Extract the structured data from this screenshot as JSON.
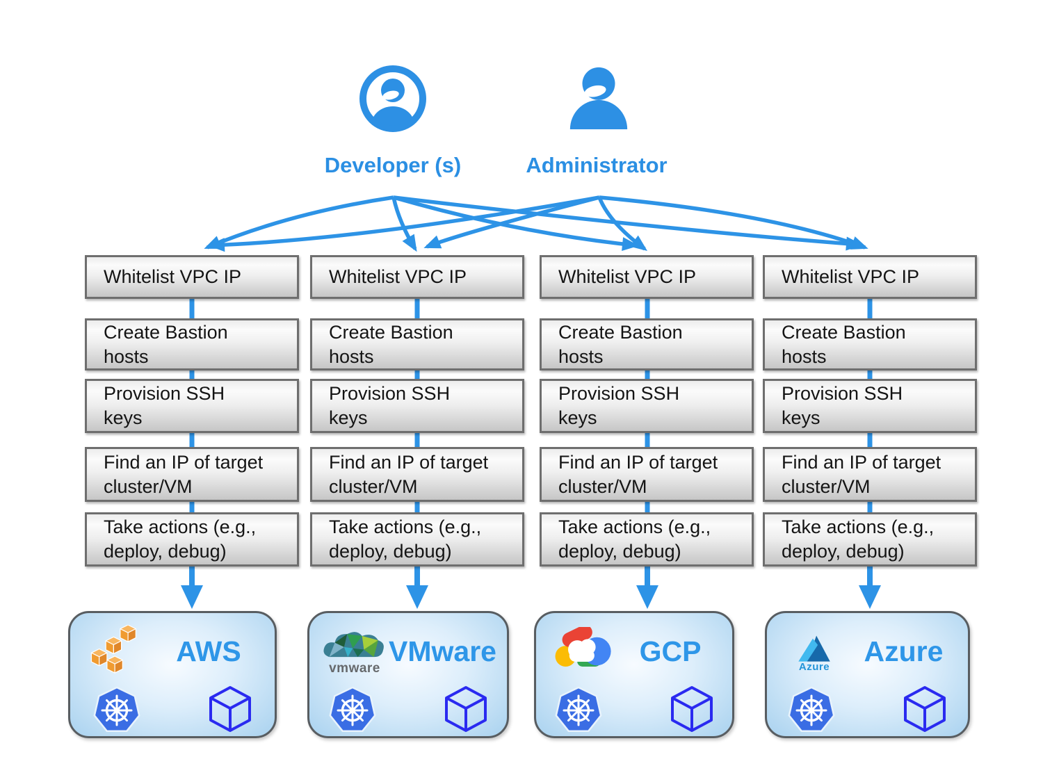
{
  "actors": [
    {
      "label": "Developer (s)"
    },
    {
      "label": "Administrator"
    }
  ],
  "columns": [
    {
      "platform": "AWS",
      "steps": [
        "Whitelist VPC IP",
        "Create Bastion\nhosts",
        "Provision SSH\nkeys",
        "Find an IP of target\ncluster/VM",
        "Take actions (e.g.,\ndeploy, debug)"
      ]
    },
    {
      "platform": "VMware",
      "steps": [
        "Whitelist VPC IP",
        "Create Bastion\nhosts",
        "Provision SSH\nkeys",
        "Find an IP of target\ncluster/VM",
        "Take actions (e.g.,\ndeploy, debug)"
      ]
    },
    {
      "platform": "GCP",
      "steps": [
        "Whitelist VPC IP",
        "Create Bastion\nhosts",
        "Provision SSH\nkeys",
        "Find an IP of target\ncluster/VM",
        "Take actions (e.g.,\ndeploy, debug)"
      ]
    },
    {
      "platform": "Azure",
      "steps": [
        "Whitelist VPC IP",
        "Create Bastion\nhosts",
        "Provision SSH\nkeys",
        "Find an IP of target\ncluster/VM",
        "Take actions (e.g.,\ndeploy, debug)"
      ]
    }
  ],
  "platforms": [
    {
      "name": "AWS"
    },
    {
      "name": "VMware",
      "logo_caption": "vmware"
    },
    {
      "name": "GCP"
    },
    {
      "name": "Azure",
      "logo_caption": "Azure"
    }
  ],
  "colors": {
    "arrow_blue": "#2d93e6",
    "actor_label_blue": "#2b8fe3",
    "platform_title_blue": "#2e96e8",
    "step_border_gray": "#6e6e6e",
    "kubernetes_blue": "#3a6de4",
    "vm_cube_blue": "#2a2af0",
    "aws_orange": "#f09b30"
  }
}
